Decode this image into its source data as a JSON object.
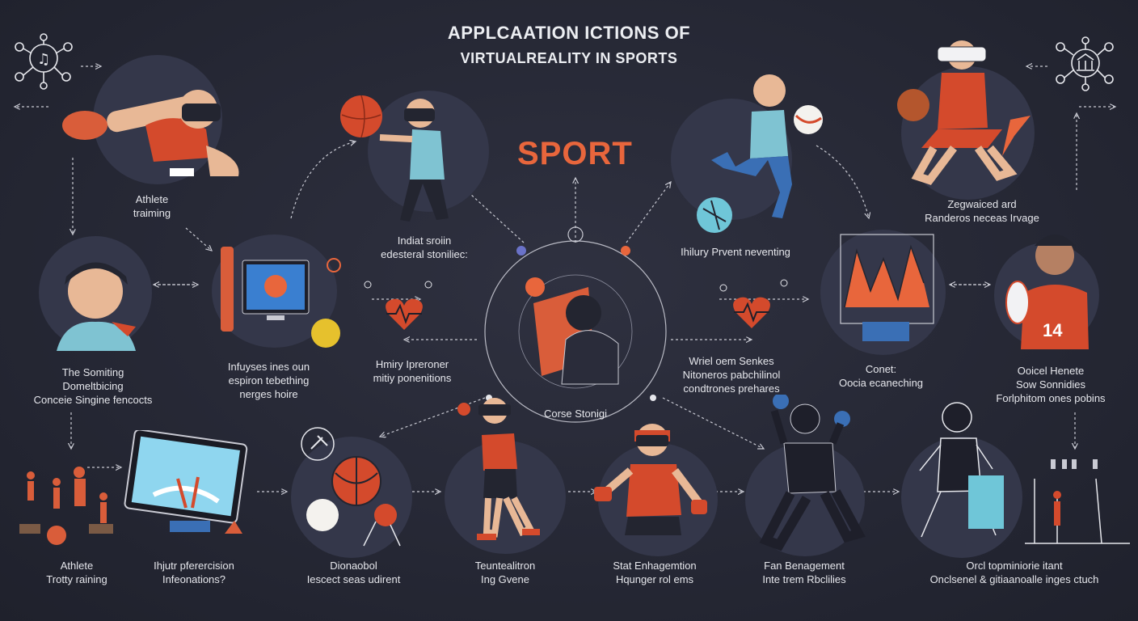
{
  "header": {
    "title_line1": "APPLCAATION ICTIONS OF",
    "title_line2": "VIRTUALREALITY IN SPORTS"
  },
  "center": {
    "headline": "SPORT",
    "caption": "Corse Stonigi"
  },
  "labels": {
    "athlete_training": [
      "Athlete",
      "traiming"
    ],
    "indiat_sroiin": [
      "Indiat sroiin",
      "edesteral stoniliec:"
    ],
    "injury_prevent": [
      "Ihilury Prvent neventing"
    ],
    "zegwaiced": [
      "Zegwaiced ard",
      "Randeros neceas Irvage"
    ],
    "the_somiting": [
      "The Somiting",
      "Domeltbicing",
      "Conceie Singine fencocts"
    ],
    "infuyses": [
      "Infuyses ines oun",
      "espiron tebething",
      "nerges hoire"
    ],
    "hmiry": [
      "Hmiry Ipreroner",
      "mitiy ponenitions"
    ],
    "wriel_oem": [
      "Wriel oem Senkes",
      "Nitoneros pabchilinol",
      "condtrones prehares"
    ],
    "conet": [
      "Conet:",
      "Oocia ecaneching"
    ],
    "oolcel_henete": [
      "Ooicel Henete",
      "Sow Sonnidies",
      "Forlphitom ones pobins"
    ],
    "athlete_trotty": [
      "Athlete",
      "Trotty raining"
    ],
    "ihjutr": [
      "Ihjutr pferercision",
      "Infeonations?"
    ],
    "dionaobol": [
      "Dionaobol",
      "Iescect seas udirent"
    ],
    "teuntealitron": [
      "Teuntealitron",
      "Ing Gvene"
    ],
    "stat_enhagemtion": [
      "Stat Enhagemtion",
      "Hqunger rol ems"
    ],
    "fan_benagement": [
      "Fan Benagement",
      "Inte trem Rbclilies"
    ],
    "orcl_topminiorie": [
      "Orcl topminiorie itant",
      "Onclsenel & gitiaanoalle inges ctuch"
    ]
  },
  "colors": {
    "background": "#262835",
    "accent": "#e8663c",
    "node": "#34374a",
    "text": "#e6e7ec",
    "connector": "#c9cad3",
    "blue_dot": "#6a72c8"
  },
  "icons": [
    "music-network-icon",
    "bank-network-icon",
    "basketball-icon",
    "volleyball-icon",
    "soccer-ball-icon",
    "heart-rate-icon",
    "vr-headset-icon",
    "monitor-icon",
    "chart-icon"
  ]
}
